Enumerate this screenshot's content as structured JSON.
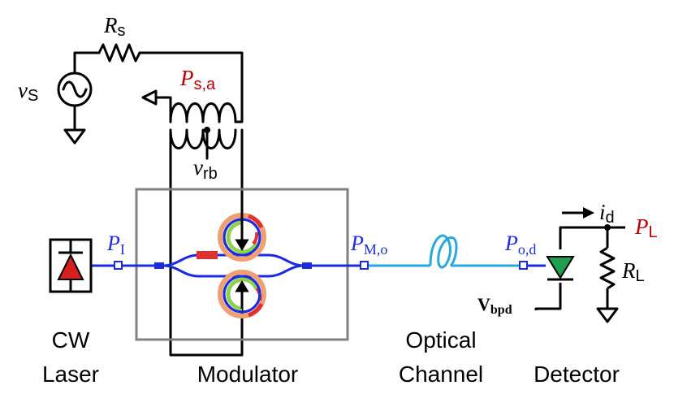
{
  "colors": {
    "circuit": "#000000",
    "optical_waveguide": "#1a2be0",
    "optical_fiber": "#29a8e0",
    "laser_diode": "#d62020",
    "photodiode": "#1fa050",
    "phase_shifter": "#e03030",
    "ring_outer": "#f0a070",
    "ring_inner": "#8fd14f",
    "power_label": "#c00000",
    "box_outline": "#808080"
  },
  "circuit": {
    "source_voltage": {
      "main": "v",
      "sub": "S"
    },
    "source_resistor": {
      "main": "R",
      "sub": "s"
    },
    "available_power": {
      "main": "P",
      "sub": "s,a"
    },
    "bias_voltage": {
      "main": "v",
      "sub": "rb"
    }
  },
  "optical_labels": {
    "input_power": {
      "main": "P",
      "sub": "I"
    },
    "modulator_output": {
      "main": "P",
      "sub": "M,o"
    },
    "detector_input": {
      "main": "P",
      "sub": "o,d"
    }
  },
  "detector_circuit": {
    "current": {
      "main": "i",
      "sub": "d"
    },
    "load_power": {
      "main": "P",
      "sub": "L"
    },
    "load_resistor": {
      "main": "R",
      "sub": "L"
    },
    "bias": {
      "main": "V",
      "sub": "bpd"
    }
  },
  "block_labels": {
    "laser": [
      "CW",
      "Laser"
    ],
    "modulator": "Modulator",
    "channel": [
      "Optical",
      "Channel"
    ],
    "detector": "Detector"
  },
  "icons": [
    "ac-source-icon",
    "resistor-icon",
    "ground-icon",
    "transformer-icon",
    "laser-diode-icon",
    "ring-resonator-icon",
    "fiber-coil-icon",
    "photodiode-icon"
  ]
}
